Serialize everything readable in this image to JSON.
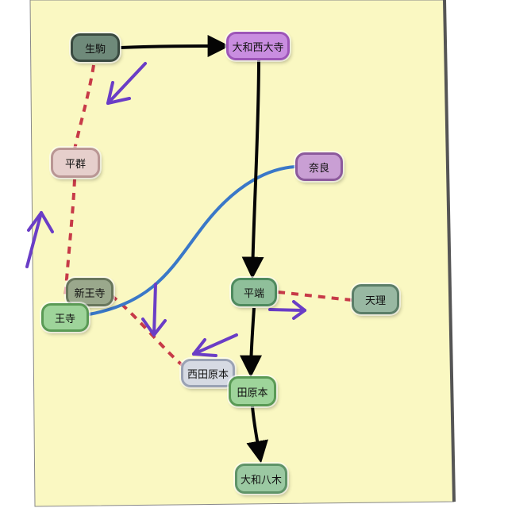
{
  "colors": {
    "paper": "#faf8c2",
    "solid_edge": "#050505",
    "dashed_edge": "#c73a48",
    "curve_edge": "#3a78c8",
    "annotation_arrow": "#6a3dc6"
  },
  "nodes": [
    {
      "id": "ikoma",
      "label": "生駒",
      "fill": "#6f8a7a",
      "border": "#3a4a40"
    },
    {
      "id": "yamatosaidaiji",
      "label": "大和西大寺",
      "fill": "#c98de0",
      "border": "#9d55b8"
    },
    {
      "id": "heguri",
      "label": "平群",
      "fill": "#e6cfcc",
      "border": "#b99694"
    },
    {
      "id": "nara",
      "label": "奈良",
      "fill": "#c99fd4",
      "border": "#8c5a9c"
    },
    {
      "id": "shin_oji",
      "label": "新王寺",
      "fill": "#9aa88c",
      "border": "#68765c"
    },
    {
      "id": "oji",
      "label": "王寺",
      "fill": "#9ed49a",
      "border": "#5a9a55"
    },
    {
      "id": "hirahata",
      "label": "平端",
      "fill": "#8fbf9a",
      "border": "#4e8a5e"
    },
    {
      "id": "tenri",
      "label": "天理",
      "fill": "#98b8a2",
      "border": "#5b7e68"
    },
    {
      "id": "nishitawaramoto",
      "label": "西田原本",
      "fill": "#d6dae3",
      "border": "#9aa2b4"
    },
    {
      "id": "tawaramoto",
      "label": "田原本",
      "fill": "#9ed49a",
      "border": "#5a9a55"
    },
    {
      "id": "yamatoyagi",
      "label": "大和八木",
      "fill": "#9bc9a2",
      "border": "#5f9468"
    }
  ],
  "edges": [
    {
      "from": "ikoma",
      "to": "yamatosaidaiji",
      "style": "solid-arrow"
    },
    {
      "from": "yamatosaidaiji",
      "to": "hirahata",
      "style": "solid-arrow"
    },
    {
      "from": "hirahata",
      "to": "tawaramoto",
      "style": "solid-arrow"
    },
    {
      "from": "tawaramoto",
      "to": "yamatoyagi",
      "style": "solid-arrow"
    },
    {
      "from": "ikoma",
      "to": "heguri",
      "style": "dashed"
    },
    {
      "from": "heguri",
      "to": "shin_oji",
      "style": "dashed"
    },
    {
      "from": "shin_oji",
      "to": "nishitawaramoto",
      "style": "dashed"
    },
    {
      "from": "hirahata",
      "to": "tenri",
      "style": "dashed"
    },
    {
      "from": "oji",
      "to": "nara",
      "style": "curve"
    }
  ],
  "annotation_arrows": [
    "down-left",
    "up",
    "down",
    "down-left",
    "right"
  ]
}
